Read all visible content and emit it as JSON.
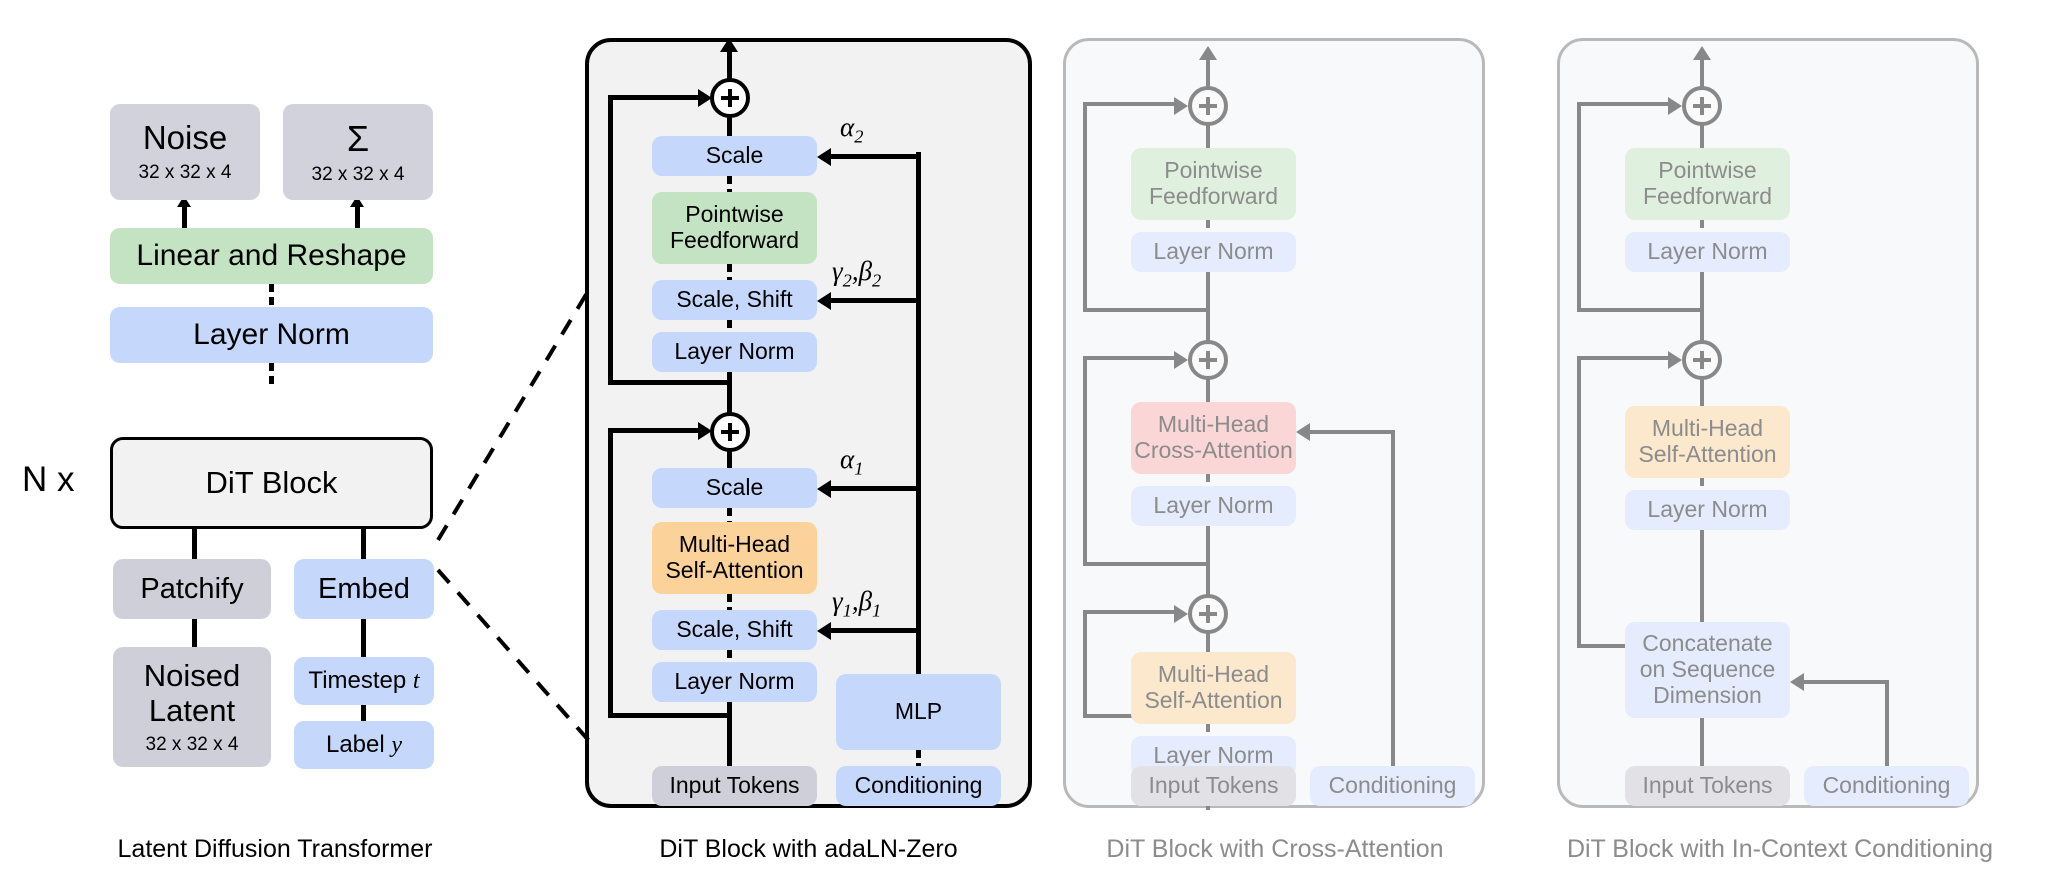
{
  "figure": {
    "title": "Diffusion Transformer (DiT) architecture variants",
    "colors": {
      "grey_block": "#d2d2dd",
      "blue_block": "#c5d8fb",
      "green_block": "#c3e3c2",
      "orange_block": "#fad29a",
      "red_block": "#fbd6d6",
      "panel_outline_dark": "#000000",
      "panel_outline_light": "#b9b9b9",
      "faded_text": "#8c8c8c"
    }
  },
  "panel1": {
    "caption": "Latent Diffusion Transformer",
    "noise": {
      "label": "Noise",
      "shape": "32 x 32 x 4"
    },
    "sigma": {
      "label": "Σ",
      "shape": "32 x 32 x 4"
    },
    "linear_reshape": "Linear and Reshape",
    "layer_norm": "Layer Norm",
    "dit_block": "DiT Block",
    "repeat": "N x",
    "patchify": "Patchify",
    "embed": "Embed",
    "noised_latent": {
      "line1": "Noised",
      "line2": "Latent",
      "shape": "32 x 32 x 4"
    },
    "timestep": "Timestep t",
    "label": "Label y"
  },
  "panel2": {
    "caption": "DiT Block with adaLN-Zero",
    "scale_top": "Scale",
    "pointwise_feedforward": {
      "line1": "Pointwise",
      "line2": "Feedforward"
    },
    "scale_shift_top": "Scale, Shift",
    "layer_norm_top": "Layer Norm",
    "scale_bottom": "Scale",
    "self_attention": {
      "line1": "Multi-Head",
      "line2": "Self-Attention"
    },
    "scale_shift_bottom": "Scale, Shift",
    "layer_norm_bottom": "Layer Norm",
    "mlp": "MLP",
    "input_tokens": "Input Tokens",
    "conditioning": "Conditioning",
    "alpha2": "α2",
    "gamma2_beta2": "γ2,β2",
    "alpha1": "α1",
    "gamma1_beta1": "γ1,β1"
  },
  "panel3": {
    "caption": "DiT Block with Cross-Attention",
    "pointwise_feedforward": {
      "line1": "Pointwise",
      "line2": "Feedforward"
    },
    "layer_norm_top": "Layer Norm",
    "cross_attention": {
      "line1": "Multi-Head",
      "line2": "Cross-Attention"
    },
    "layer_norm_mid": "Layer Norm",
    "self_attention": {
      "line1": "Multi-Head",
      "line2": "Self-Attention"
    },
    "layer_norm_bottom": "Layer Norm",
    "input_tokens": "Input Tokens",
    "conditioning": "Conditioning"
  },
  "panel4": {
    "caption": "DiT Block with In-Context Conditioning",
    "pointwise_feedforward": {
      "line1": "Pointwise",
      "line2": "Feedforward"
    },
    "layer_norm_top": "Layer Norm",
    "self_attention": {
      "line1": "Multi-Head",
      "line2": "Self-Attention"
    },
    "layer_norm_mid": "Layer Norm",
    "concatenate": {
      "line1": "Concatenate",
      "line2": "on Sequence",
      "line3": "Dimension"
    },
    "input_tokens": "Input Tokens",
    "conditioning": "Conditioning"
  }
}
